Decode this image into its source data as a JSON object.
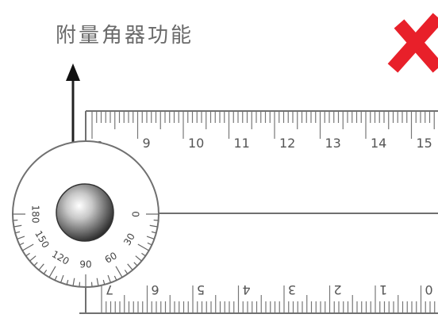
{
  "callout": {
    "text": "附量角器功能"
  },
  "icons": {
    "reject": "red-x-icon",
    "pointer": "up-arrow-icon",
    "knob": "rotation-knob-icon"
  },
  "colors": {
    "reject": "#e8202a",
    "line": "#707070",
    "text": "#555555"
  },
  "ruler_top": {
    "labels": [
      "8",
      "9",
      "10",
      "11",
      "12",
      "13",
      "14",
      "15"
    ]
  },
  "ruler_bottom": {
    "labels": [
      "7",
      "6",
      "5",
      "4",
      "3",
      "2",
      "1",
      "0"
    ]
  },
  "protractor": {
    "labels": [
      "0",
      "30",
      "60",
      "90",
      "120",
      "150",
      "180"
    ]
  }
}
